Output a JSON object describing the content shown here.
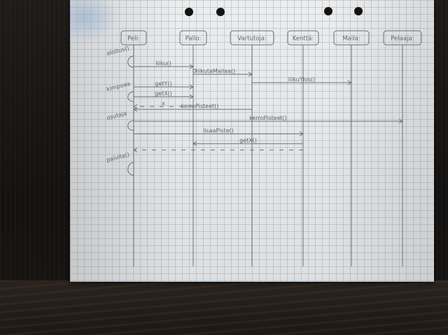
{
  "objects": [
    {
      "id": "peli",
      "label": "Peli:"
    },
    {
      "id": "pallo",
      "label": "Pallo:"
    },
    {
      "id": "vartija",
      "label": "Vartutoja:"
    },
    {
      "id": "kentta",
      "label": "Kenttä:"
    },
    {
      "id": "maila",
      "label": "Maila:"
    },
    {
      "id": "pelaaja",
      "label": "Pelaaja:"
    }
  ],
  "phases": [
    "aloitus()",
    "kimpoaa",
    "osutaja",
    "paivita()"
  ],
  "messages": [
    {
      "label": "liiku()",
      "from": "peli",
      "to": "pallo"
    },
    {
      "label": "liikutaMailaa()",
      "from": "pallo",
      "to": "vartija"
    },
    {
      "label": "liikuYlos()",
      "from": "vartija",
      "to": "maila"
    },
    {
      "label": "getY()",
      "from": "peli",
      "to": "pallo"
    },
    {
      "label": "getX()",
      "from": "peli",
      "to": "pallo"
    },
    {
      "label": "x",
      "from": "pallo",
      "to": "peli"
    },
    {
      "label": "kerroPisteet()",
      "from": "vartija",
      "to": "peli"
    },
    {
      "label": "kerroPisteet()",
      "from": "peli",
      "to": "pelaaja"
    },
    {
      "label": "lisaaPiste()",
      "from": "peli",
      "to": "kentta"
    },
    {
      "label": "getX()",
      "from": "kentta",
      "to": "pallo"
    },
    {
      "label": "",
      "from": "kentta",
      "to": "peli"
    }
  ]
}
